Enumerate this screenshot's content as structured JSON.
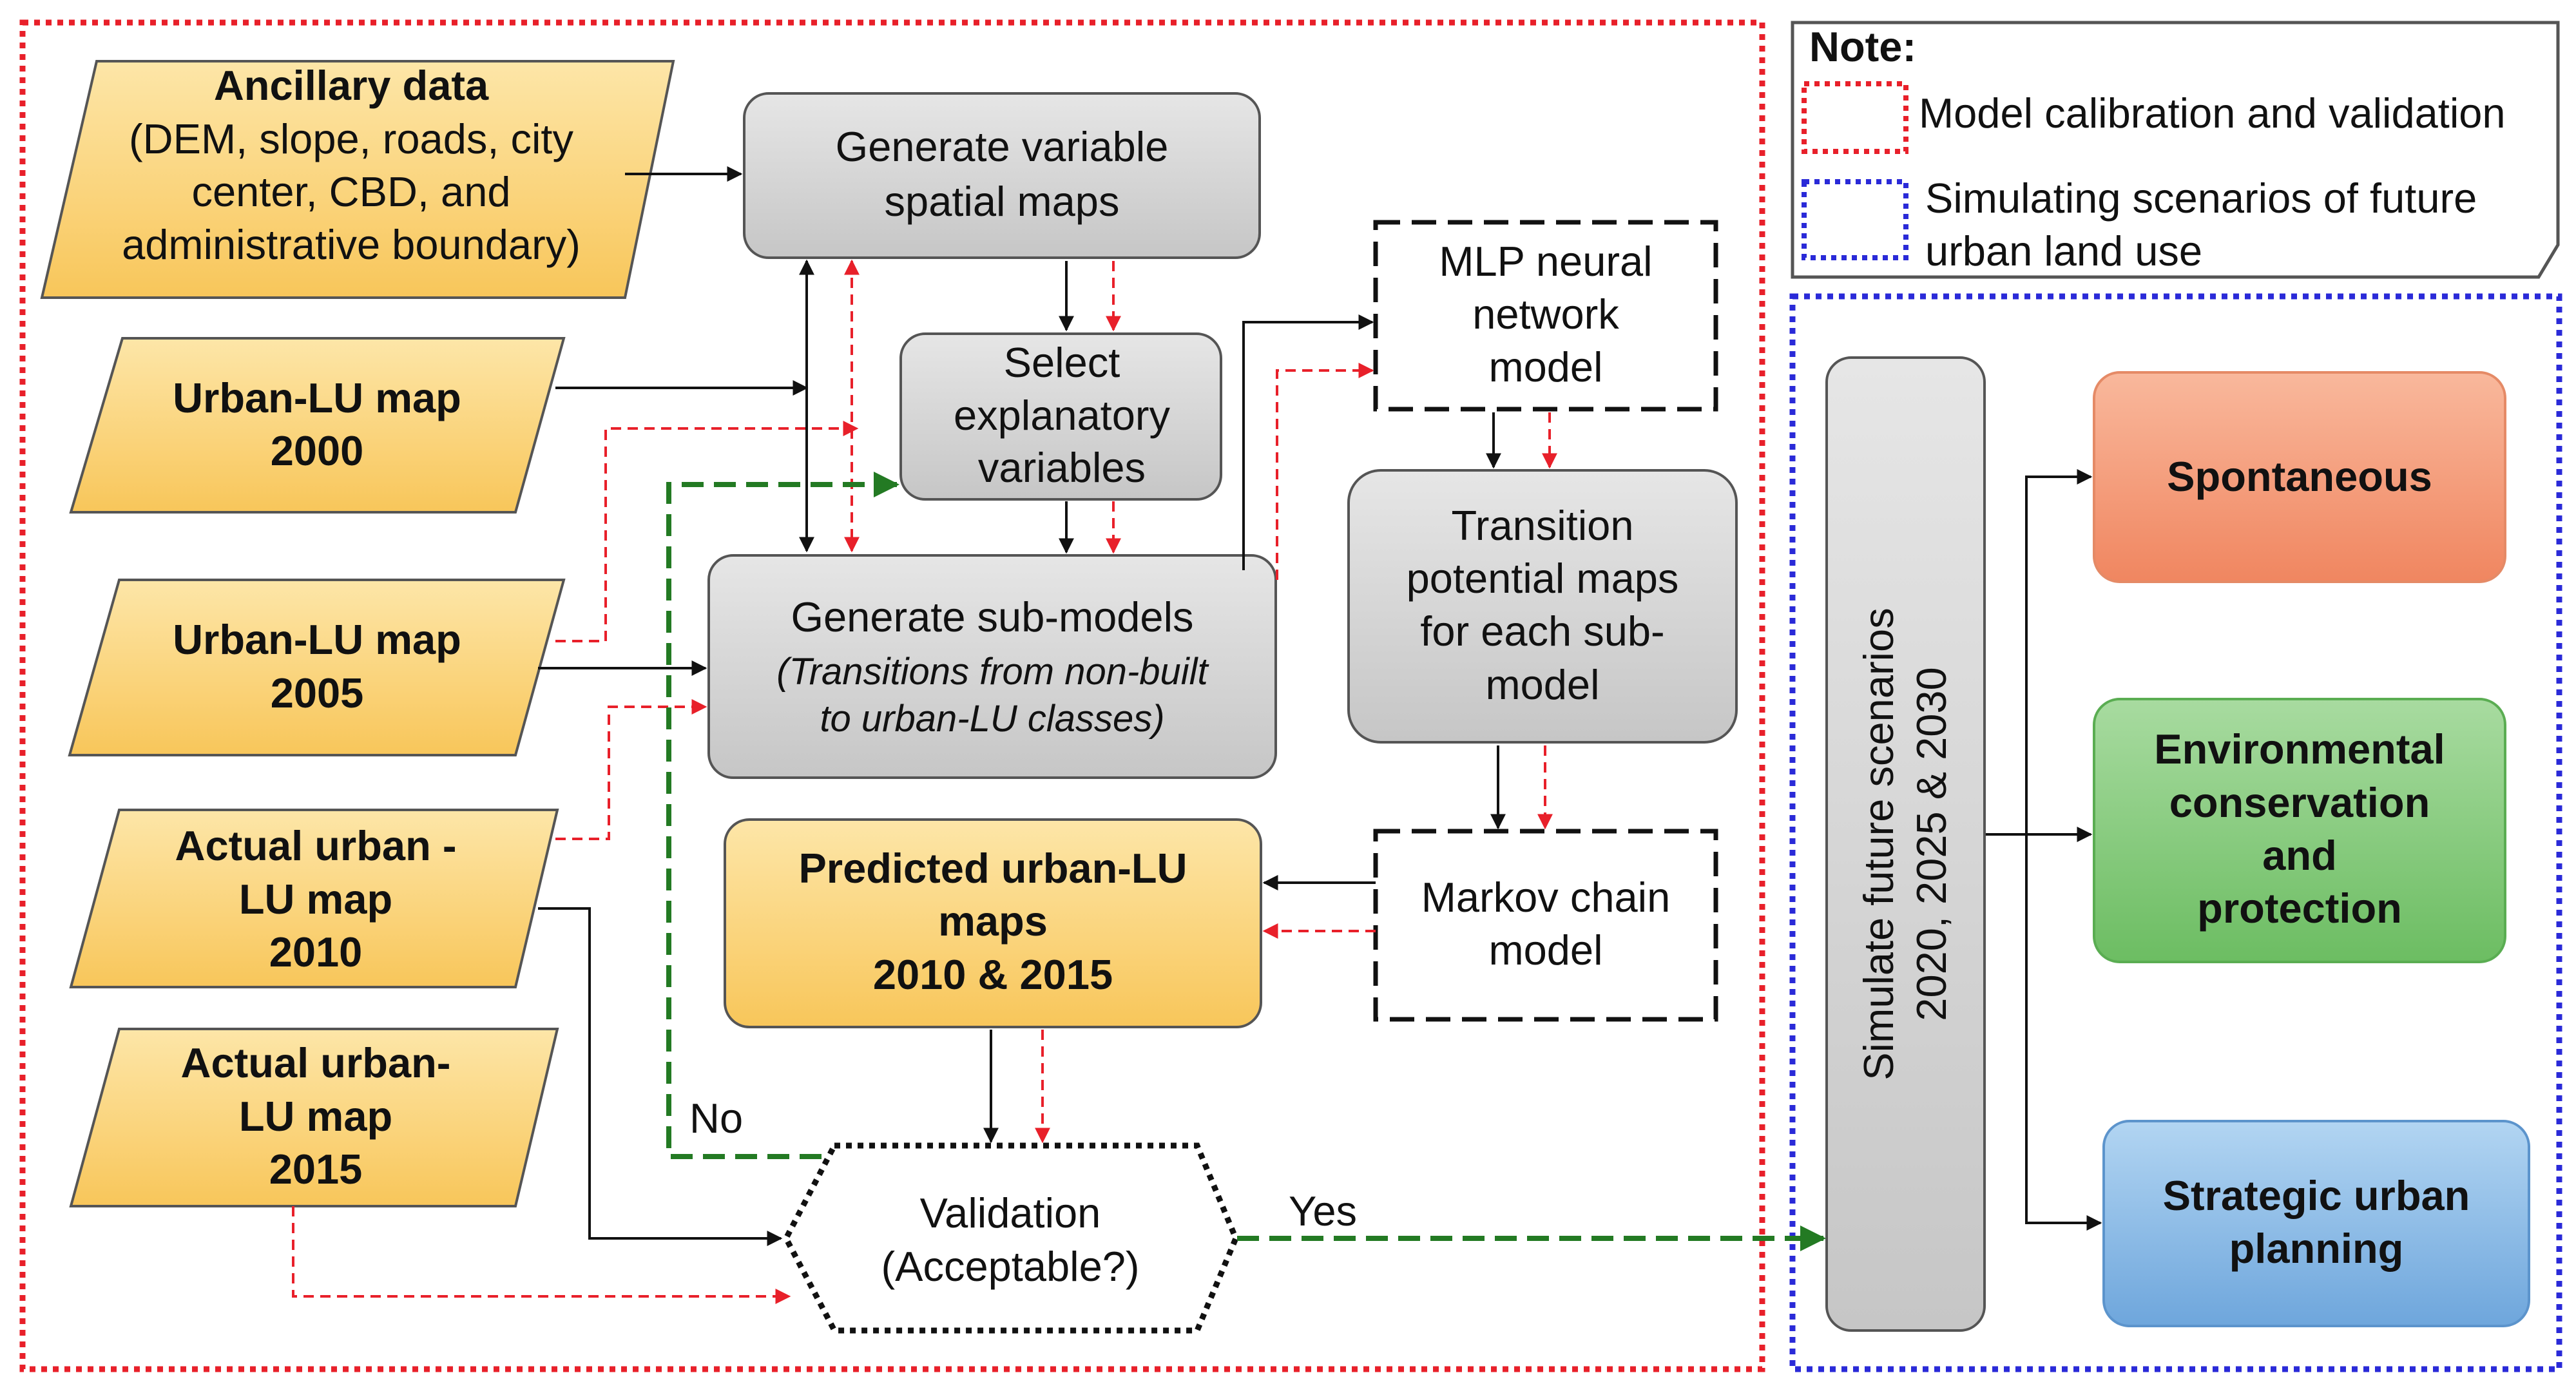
{
  "note": {
    "title": "Note:",
    "red_label": "Model calibration and validation",
    "blue_label_1": "Simulating  scenarios of future",
    "blue_label_2": "urban land use"
  },
  "inputs": {
    "ancillary": [
      "Ancillary data",
      "(DEM, slope, roads, city",
      "center, CBD, and",
      "administrative boundary)"
    ],
    "lu2000": [
      "Urban-LU map",
      "2000"
    ],
    "lu2005": [
      "Urban-LU map",
      "2005"
    ],
    "actual2010": [
      "Actual urban -",
      "LU map",
      "2010"
    ],
    "actual2015": [
      "Actual urban-",
      "LU map",
      "2015"
    ]
  },
  "process": {
    "generate_maps": [
      "Generate variable",
      "spatial maps"
    ],
    "select_vars": [
      "Select",
      "explanatory",
      "variables"
    ],
    "sub_models": [
      "Generate sub-models",
      "(Transitions from non-built",
      "to urban-LU classes)"
    ],
    "mlp": [
      "MLP neural",
      "network",
      "model"
    ],
    "transition": [
      "Transition",
      "potential maps",
      "for each sub-",
      "model"
    ],
    "markov": [
      "Markov chain",
      "model"
    ],
    "predicted": [
      "Predicted urban-LU",
      "maps",
      "2010 & 2015"
    ],
    "validation": [
      "Validation",
      "(Acceptable?)"
    ],
    "no_label": "No",
    "yes_label": "Yes"
  },
  "scenarios": {
    "simulate": [
      "Simulate future scenarios",
      "2020, 2025 & 2030"
    ],
    "spontaneous": "Spontaneous",
    "environmental": [
      "Environmental",
      "conservation",
      "and",
      "protection"
    ],
    "strategic": [
      "Strategic urban",
      "planning"
    ]
  },
  "colors": {
    "red_dotted": "#e8202a",
    "blue_dotted": "#2a2ad8",
    "input_fill": "#fcd376",
    "process_fill": "#d4d4d4",
    "green_dash": "#237a23",
    "spontaneous": "#f5a07f",
    "environmental": "#87cc7d",
    "strategic": "#8ebde6"
  }
}
